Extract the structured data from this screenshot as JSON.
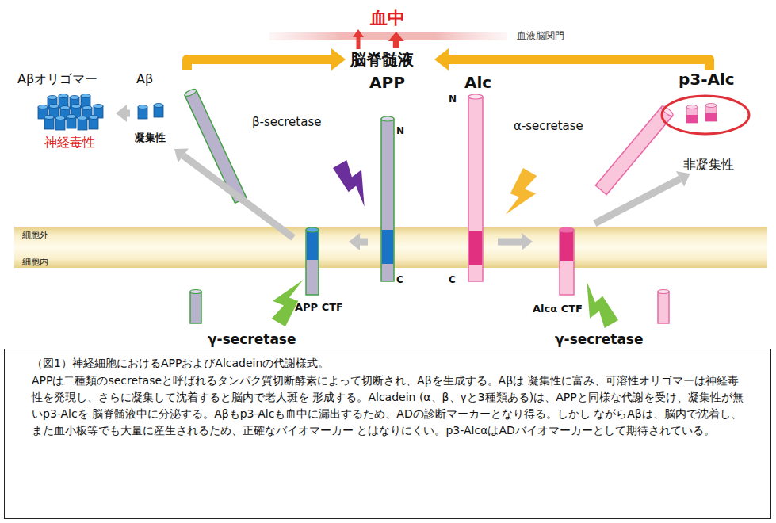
{
  "diagram": {
    "caption": "（図1）神経細胞におけるAPPおよびAlcadeinの代謝様式。",
    "nodes": [
      {
        "text": [
          "血中"
        ]
      },
      {
        "text": [
          "脳脊髄液"
        ]
      },
      {
        "text": [
          "Aβオリゴマー",
          "神経毒性"
        ]
      },
      {
        "text": [
          "Aβ",
          "凝集性"
        ]
      },
      {
        "text": [
          "APP",
          "N",
          "C"
        ]
      },
      {
        "text": [
          "APP CTF"
        ]
      },
      {
        "text": [
          "Alc",
          "N",
          "C"
        ]
      },
      {
        "text": [
          "Alcα CTF"
        ]
      },
      {
        "text": [
          "p3-Alc",
          "非凝集性"
        ]
      }
    ],
    "edges": [
      {
        "from": 4,
        "to": 5,
        "arrow": "to"
      },
      {
        "from": 5,
        "to": 3,
        "arrow": "to"
      },
      {
        "from": 3,
        "to": 2,
        "arrow": "to"
      },
      {
        "from": 6,
        "to": 7,
        "arrow": "to"
      },
      {
        "from": 7,
        "to": 8,
        "arrow": "to"
      },
      {
        "from": 3,
        "to": 1,
        "arrow": "to"
      },
      {
        "from": 8,
        "to": 1,
        "arrow": "to"
      },
      {
        "from": 1,
        "to": 0,
        "arrow": "to"
      }
    ],
    "labels": [
      "血液脳関門",
      "β-secretase",
      "α-secretase",
      "細胞外",
      "細胞内",
      "γ-secretase",
      "γ-secretase",
      "APPは二種類のsecretaseと呼ばれるタンパク質切断酵素によって切断され、Aβを生成する。Aβは 凝集性に富み、可溶性オリゴマーは神経毒性を発現し、さらに凝集して沈着すると脳内で老人斑を 形成する。Alcadein (α、β、γと3種類ある)は、APPと同様な代謝を受け、凝集性が無いp3-Alcを 脳脊髄液中に分泌する。Aβもp3-Alcも血中に漏出するため、ADの診断マーカーとなり得る。しかし ながらAβは、脳内で沈着し、また血小板等でも大量に産生されるため、正確なバイオマーカー とはなりにくい。p3-AlcαはADバイオマーカーとして期待されている。"
    ]
  }
}
